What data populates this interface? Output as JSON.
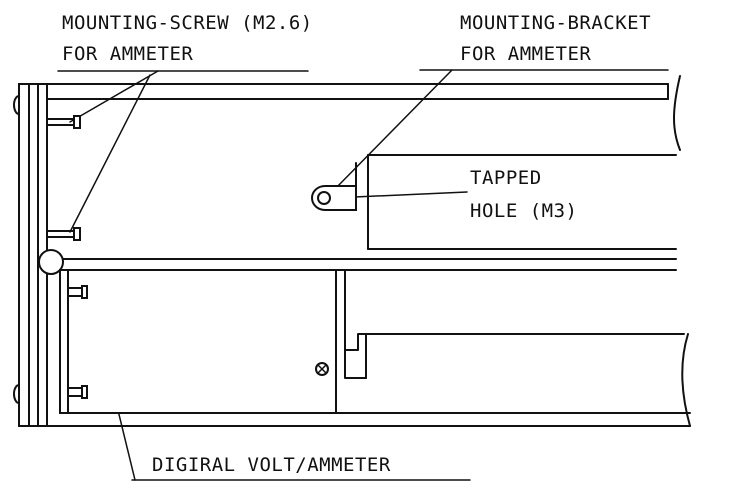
{
  "labels": {
    "mounting_screw_line1": "MOUNTING-SCREW (M2.6)",
    "mounting_screw_line2": "FOR AMMETER",
    "mounting_bracket_line1": "MOUNTING-BRACKET",
    "mounting_bracket_line2": "FOR AMMETER",
    "tapped_hole_line1": "TAPPED",
    "tapped_hole_line2": "HOLE (M3)",
    "meter": "DIGIRAL VOLT/AMMETER"
  },
  "colors": {
    "ink": "#111111",
    "paper": "#ffffff"
  }
}
